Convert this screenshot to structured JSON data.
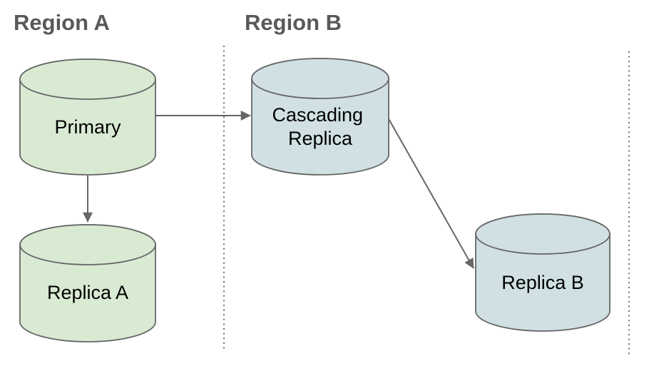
{
  "colors": {
    "background": "#ffffff",
    "node_green": "#d9ead3",
    "node_blue": "#d0e0e3",
    "outline": "#666666",
    "arrow": "#666666",
    "divider": "#707070",
    "region_title": "#595959",
    "node_label": "#000000"
  },
  "regions": [
    {
      "label": "Region A"
    },
    {
      "label": "Region B"
    }
  ],
  "nodes": [
    {
      "id": "primary",
      "region": "Region A",
      "shape": "database-cylinder",
      "label": "Primary",
      "fill": "#d9ead3"
    },
    {
      "id": "replica-a",
      "region": "Region A",
      "shape": "database-cylinder",
      "label": "Replica A",
      "fill": "#d9ead3"
    },
    {
      "id": "cascading-replica",
      "region": "Region B",
      "shape": "database-cylinder",
      "label": "Cascading Replica",
      "label_lines": [
        "Cascading",
        "Replica"
      ],
      "fill": "#d0e0e3"
    },
    {
      "id": "replica-b",
      "region": "Region B",
      "shape": "database-cylinder",
      "label": "Replica B",
      "fill": "#d0e0e3"
    }
  ],
  "edges": [
    {
      "from": "primary",
      "to": "cascading-replica"
    },
    {
      "from": "primary",
      "to": "replica-a"
    },
    {
      "from": "cascading-replica",
      "to": "replica-b"
    }
  ]
}
